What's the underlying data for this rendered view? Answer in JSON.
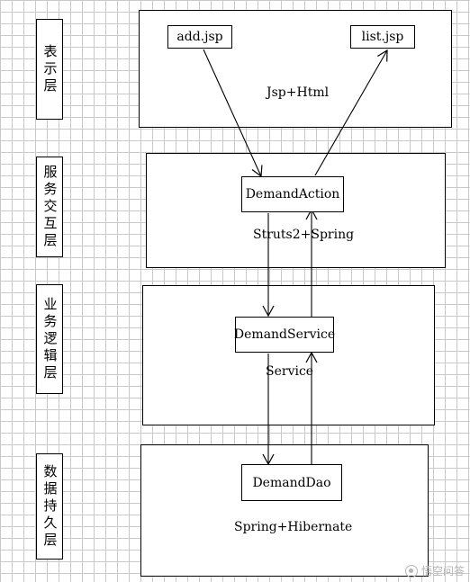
{
  "layers": {
    "presentation": "表示层",
    "service_interaction": "服务交互层",
    "business_logic": "业务逻辑层",
    "data_persistence": "数据持久层"
  },
  "nodes": {
    "add_jsp": "add.jsp",
    "list_jsp": "list.jsp",
    "demand_action": "DemandAction",
    "demand_service": "DemandService",
    "demand_dao": "DemandDao"
  },
  "captions": {
    "presentation": "Jsp+Html",
    "service_interaction": "Struts2+Spring",
    "business_logic": "Service",
    "data_persistence": "Spring+Hibernate"
  },
  "watermark": {
    "text": "悟空问答"
  },
  "colors": {
    "line": "#000000",
    "grid": "#c9c9c9",
    "watermark": "#b5b5b5"
  }
}
